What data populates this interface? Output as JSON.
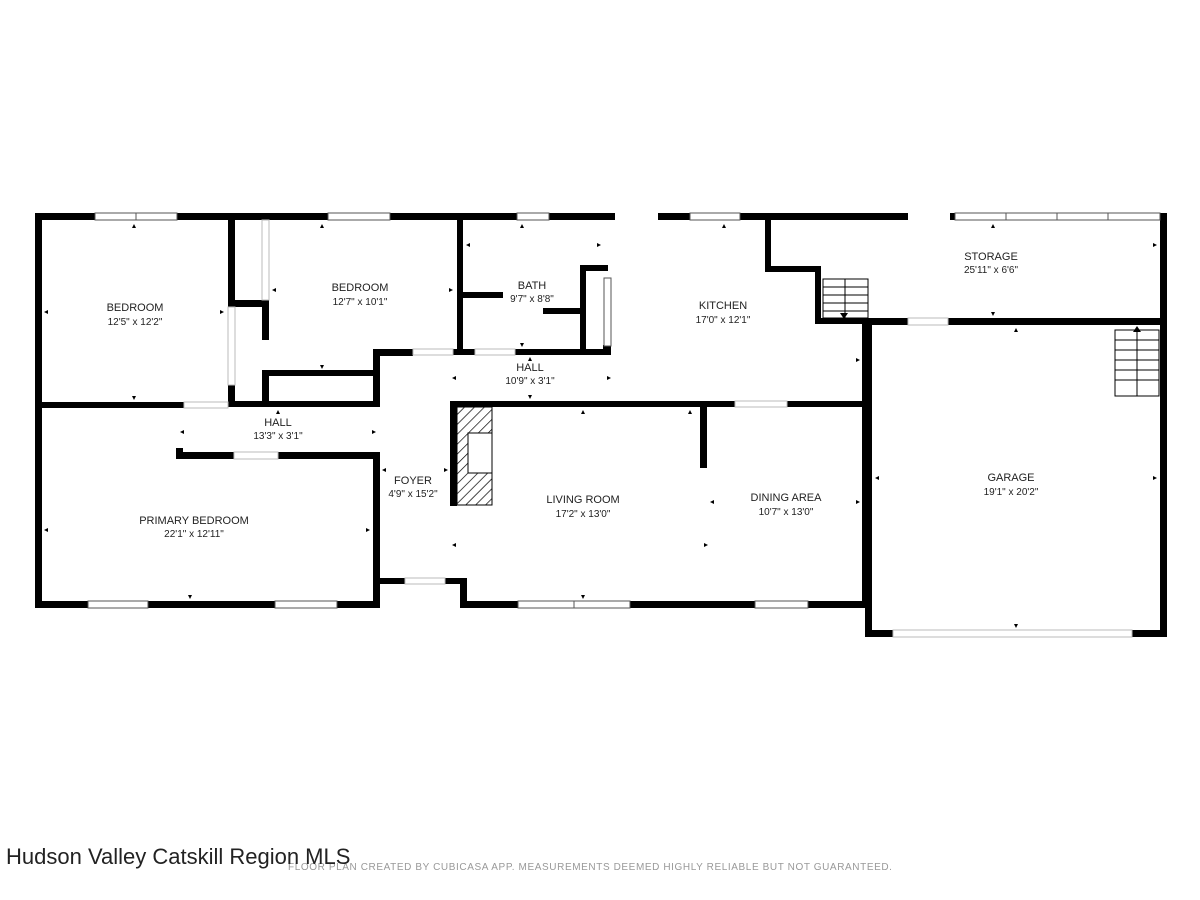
{
  "rooms": [
    {
      "id": "bedroom-1",
      "name": "BEDROOM",
      "dims": "12'5\" x 12'2\""
    },
    {
      "id": "bedroom-2",
      "name": "BEDROOM",
      "dims": "12'7\" x 10'1\""
    },
    {
      "id": "bath",
      "name": "BATH",
      "dims": "9'7\" x 8'8\""
    },
    {
      "id": "kitchen",
      "name": "KITCHEN",
      "dims": "17'0\" x 12'1\""
    },
    {
      "id": "storage",
      "name": "STORAGE",
      "dims": "25'11\" x 6'6\""
    },
    {
      "id": "hall-upper",
      "name": "HALL",
      "dims": "10'9\" x 3'1\""
    },
    {
      "id": "hall-lower",
      "name": "HALL",
      "dims": "13'3\" x 3'1\""
    },
    {
      "id": "foyer",
      "name": "FOYER",
      "dims": "4'9\" x 15'2\""
    },
    {
      "id": "living-room",
      "name": "LIVING ROOM",
      "dims": "17'2\" x 13'0\""
    },
    {
      "id": "dining-area",
      "name": "DINING AREA",
      "dims": "10'7\" x 13'0\""
    },
    {
      "id": "primary-bedroom",
      "name": "PRIMARY BEDROOM",
      "dims": "22'1\" x 12'11\""
    },
    {
      "id": "garage",
      "name": "GARAGE",
      "dims": "19'1\" x 20'2\""
    }
  ],
  "watermark": "Hudson Valley Catskill Region MLS",
  "disclaimer": "FLOOR PLAN CREATED BY CUBICASA APP. MEASUREMENTS DEEMED HIGHLY RELIABLE BUT NOT GUARANTEED."
}
